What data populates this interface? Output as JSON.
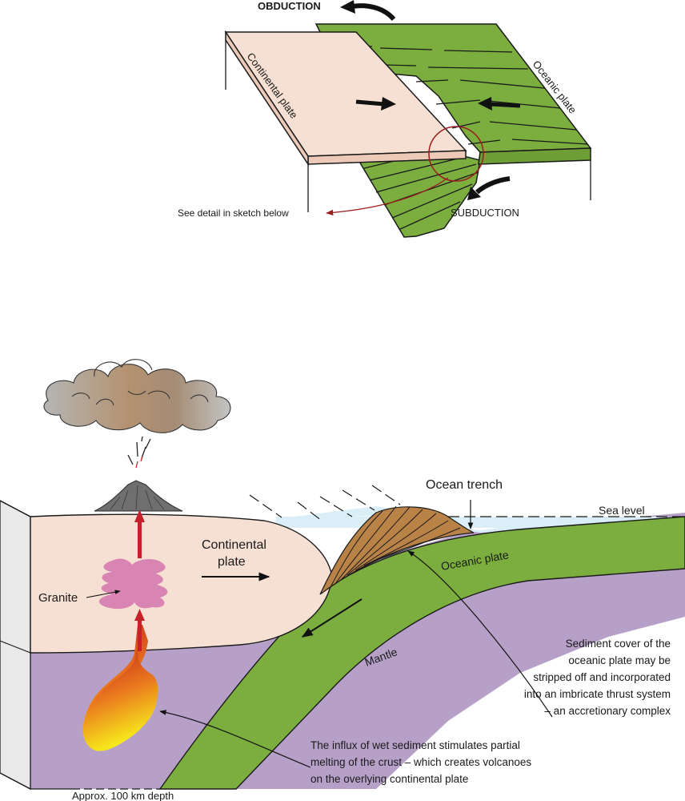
{
  "top": {
    "obduction": "OBDUCTION",
    "subduction": "SUBDUCTION",
    "continental_plate": "Continental plate",
    "oceanic_plate": "Oceanic plate",
    "see_detail": "See detail in sketch below"
  },
  "bottom": {
    "ocean_trench": "Ocean trench",
    "sea_level": "Sea level",
    "continental_plate_line1": "Continental",
    "continental_plate_line2": "plate",
    "granite": "Granite",
    "oceanic_plate": "Oceanic plate",
    "mantle": "Mantle",
    "sediment_note": [
      "Sediment cover of the",
      "oceanic plate may be",
      "stripped off and incorporated",
      "into an imbricate thrust system",
      "– an accretionary complex"
    ],
    "influx_note": [
      "The influx of wet sediment stimulates partial",
      "melting of the crust – which creates volcanoes",
      "on the overlying continental plate"
    ],
    "depth": "Approx. 100 km depth"
  },
  "colors": {
    "continental": "#f6e0d3",
    "oceanic": "#7cae3f",
    "mantle": "#b7a0c8",
    "sediment": "#b98247",
    "water": "#d9eef7",
    "granite": "#d985b3",
    "magma_top": "#c81e1e",
    "magma_bottom": "#f5e21a"
  }
}
